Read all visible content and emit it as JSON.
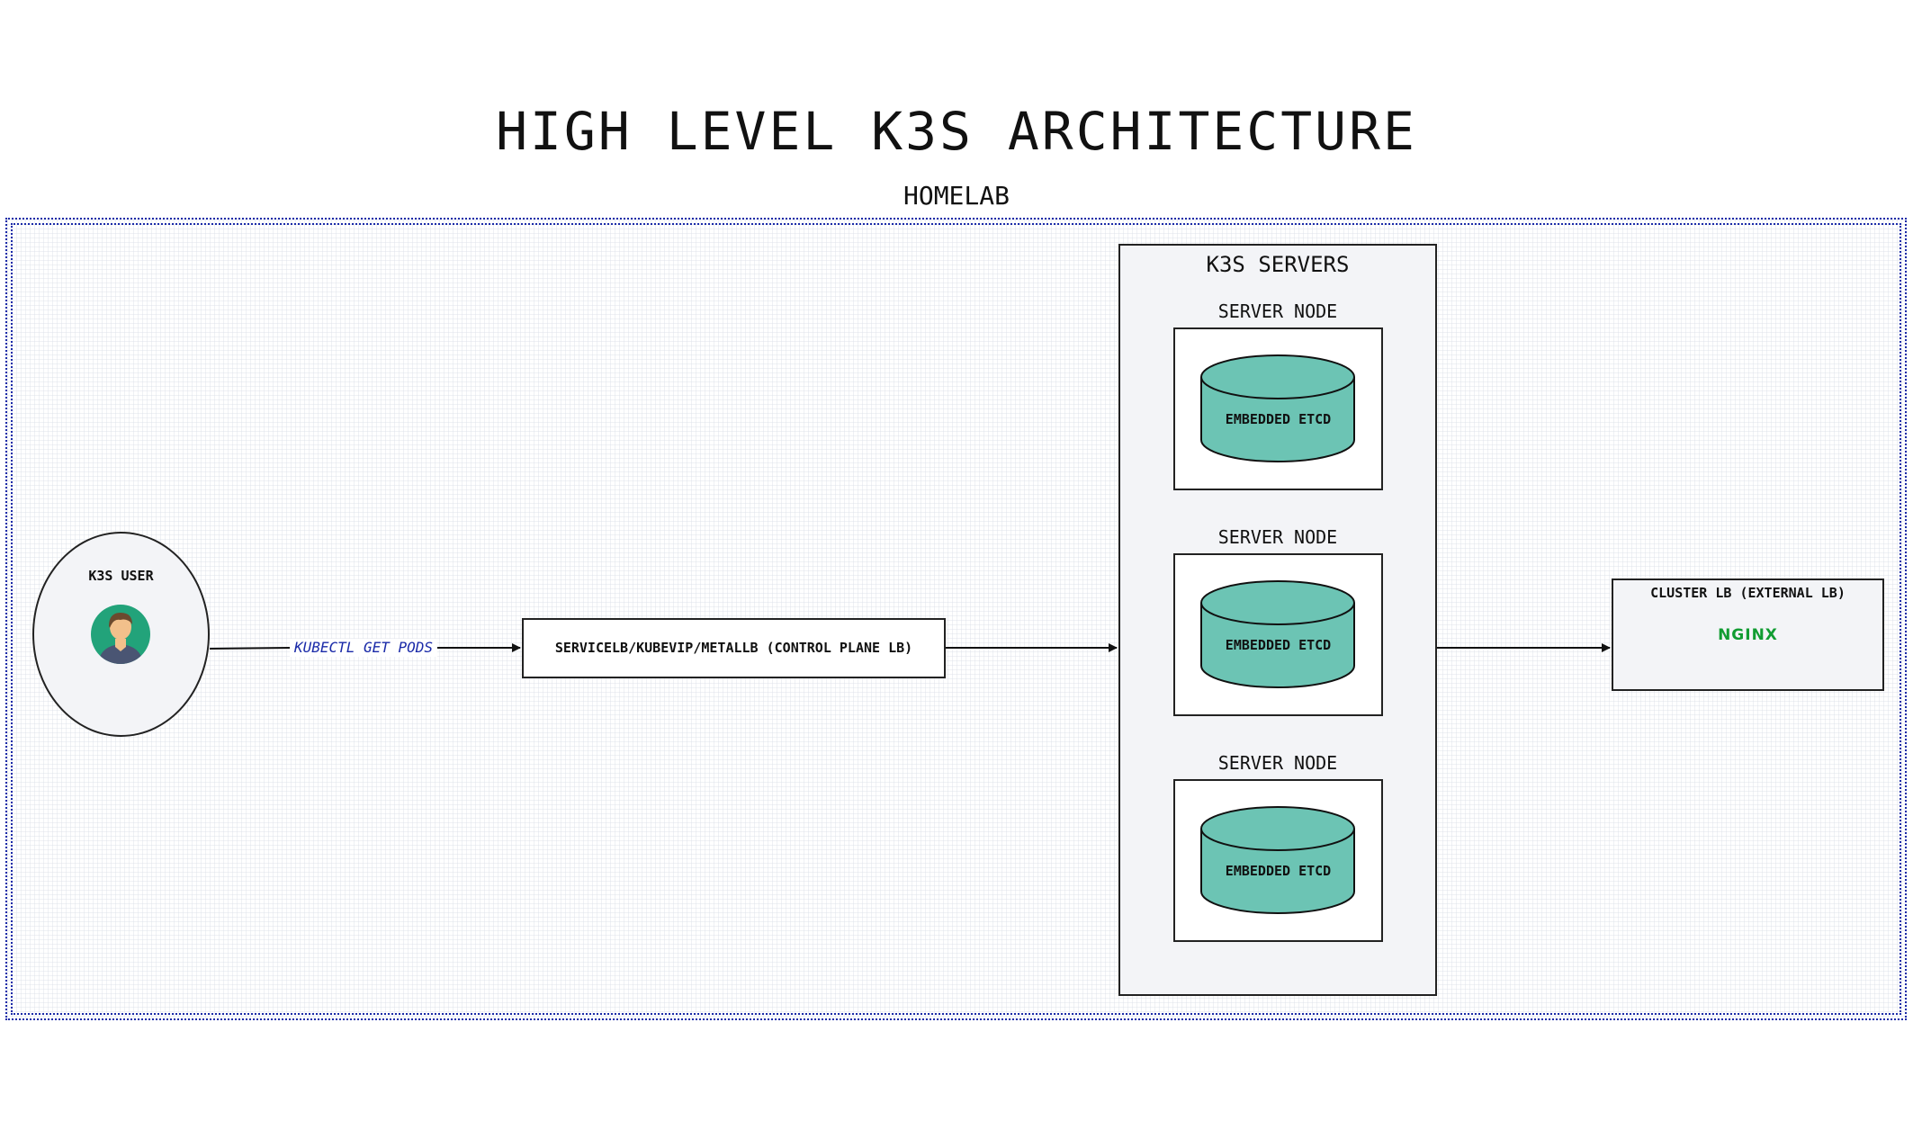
{
  "diagram": {
    "title": "HIGH LEVEL K3S ARCHITECTURE",
    "group_label": "HOMELAB",
    "user": {
      "label": "K3S USER",
      "icon": "user-avatar-icon"
    },
    "edge_label": "KUBECTL GET PODS",
    "control_plane_lb": {
      "label": "SERVICELB/KUBEVIP/METALLB (CONTROL PLANE LB)"
    },
    "servers": {
      "title": "K3S SERVERS",
      "nodes": [
        {
          "label": "SERVER NODE",
          "db_label": "EMBEDDED ETCD"
        },
        {
          "label": "SERVER NODE",
          "db_label": "EMBEDDED ETCD"
        },
        {
          "label": "SERVER NODE",
          "db_label": "EMBEDDED ETCD"
        }
      ]
    },
    "external_lb": {
      "label": "CLUSTER LB (EXTERNAL LB)",
      "logo_text": "NGINX"
    },
    "colors": {
      "group_border": "#1a2aa8",
      "etcd_fill": "#6cc4b4",
      "edge_label": "#1a2aa8",
      "nginx": "#119c32",
      "avatar_bg": "#22a37a"
    }
  }
}
